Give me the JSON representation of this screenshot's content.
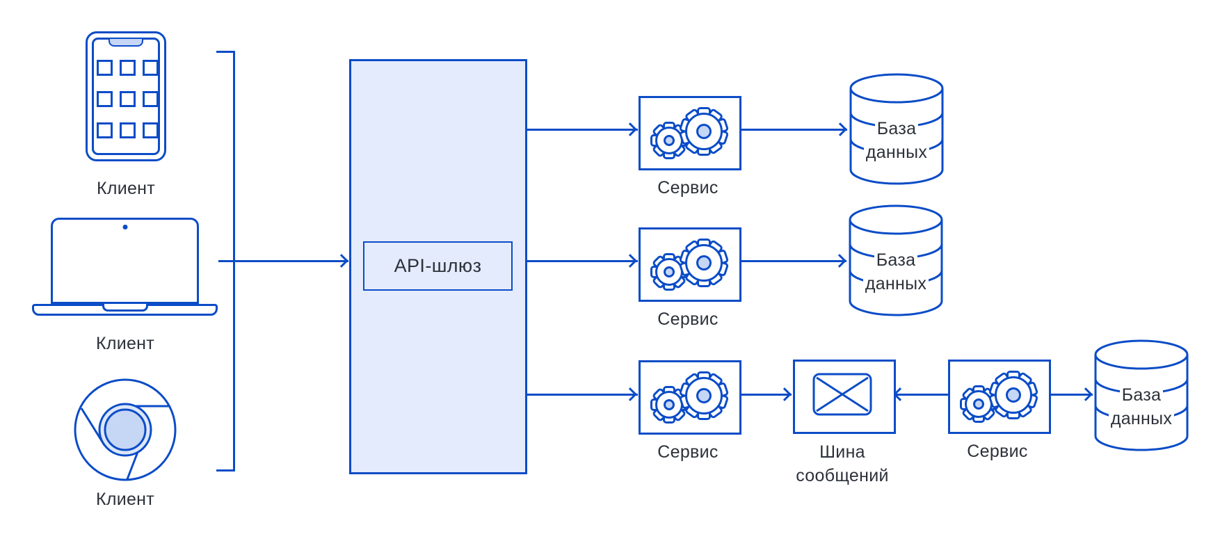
{
  "clients": [
    {
      "label": "Клиент",
      "icon": "mobile-app-icon"
    },
    {
      "label": "Клиент",
      "icon": "laptop-icon"
    },
    {
      "label": "Клиент",
      "icon": "browser-icon"
    }
  ],
  "gateway": {
    "label": "API-шлюз"
  },
  "services": [
    {
      "label": "Сервис"
    },
    {
      "label": "Сервис"
    },
    {
      "label": "Сервис"
    },
    {
      "label": "Сервис"
    }
  ],
  "databases": [
    {
      "line1": "База",
      "line2": "данных"
    },
    {
      "line1": "База",
      "line2": "данных"
    },
    {
      "line1": "База",
      "line2": "данных"
    }
  ],
  "message_bus": {
    "line1": "Шина",
    "line2": "сообщений"
  },
  "colors": {
    "stroke": "#0b4cc7",
    "panel_fill": "#e4ebfc",
    "icon_fill": "#c6d6f5",
    "icon_fill_light": "#dde7fa",
    "text": "#2c313a"
  }
}
